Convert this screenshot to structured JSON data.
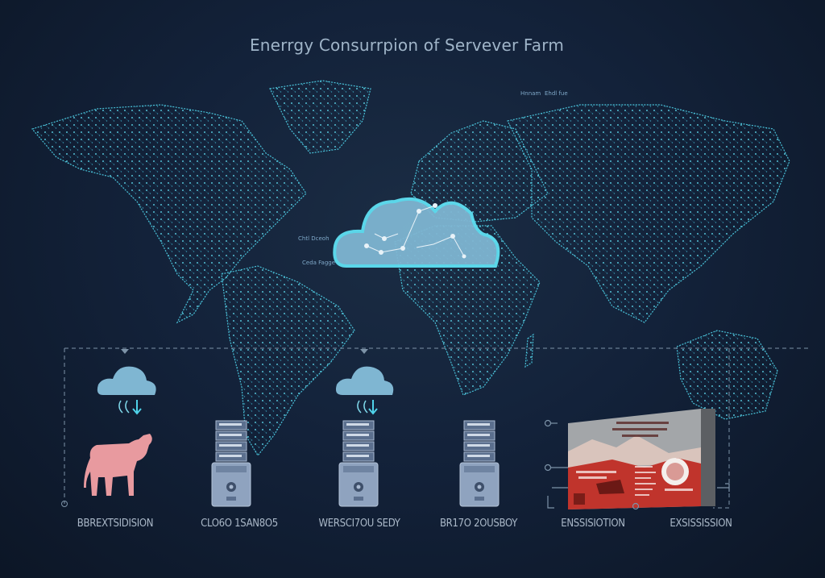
{
  "title": "Enerrgy Consurrpion of Servever Farm",
  "map_labels": [
    "Hnnam",
    "Ehdl fue",
    "Chtl Dceoh",
    "Ceda Fagge"
  ],
  "items": [
    {
      "label": "BBREXTSIDISION",
      "icon": "cow-icon"
    },
    {
      "label": "CLO6O 1SAN8O5",
      "icon": "server-rack-icon"
    },
    {
      "label": "WERSCI7OU SEDY",
      "icon": "server-rack-icon"
    },
    {
      "label": "BR17O 2OUSBOY",
      "icon": "server-rack-icon"
    },
    {
      "label": "ENSSISIOTION",
      "icon": "emissions-panel"
    },
    {
      "label": "EXSISSISSION",
      "icon": "bracket"
    }
  ],
  "colors": {
    "accent": "#4fd3ea",
    "cloud": "#7fb6d2",
    "cow": "#e89a9f",
    "panel_red": "#c0342c",
    "server": "#8fa3bf"
  }
}
